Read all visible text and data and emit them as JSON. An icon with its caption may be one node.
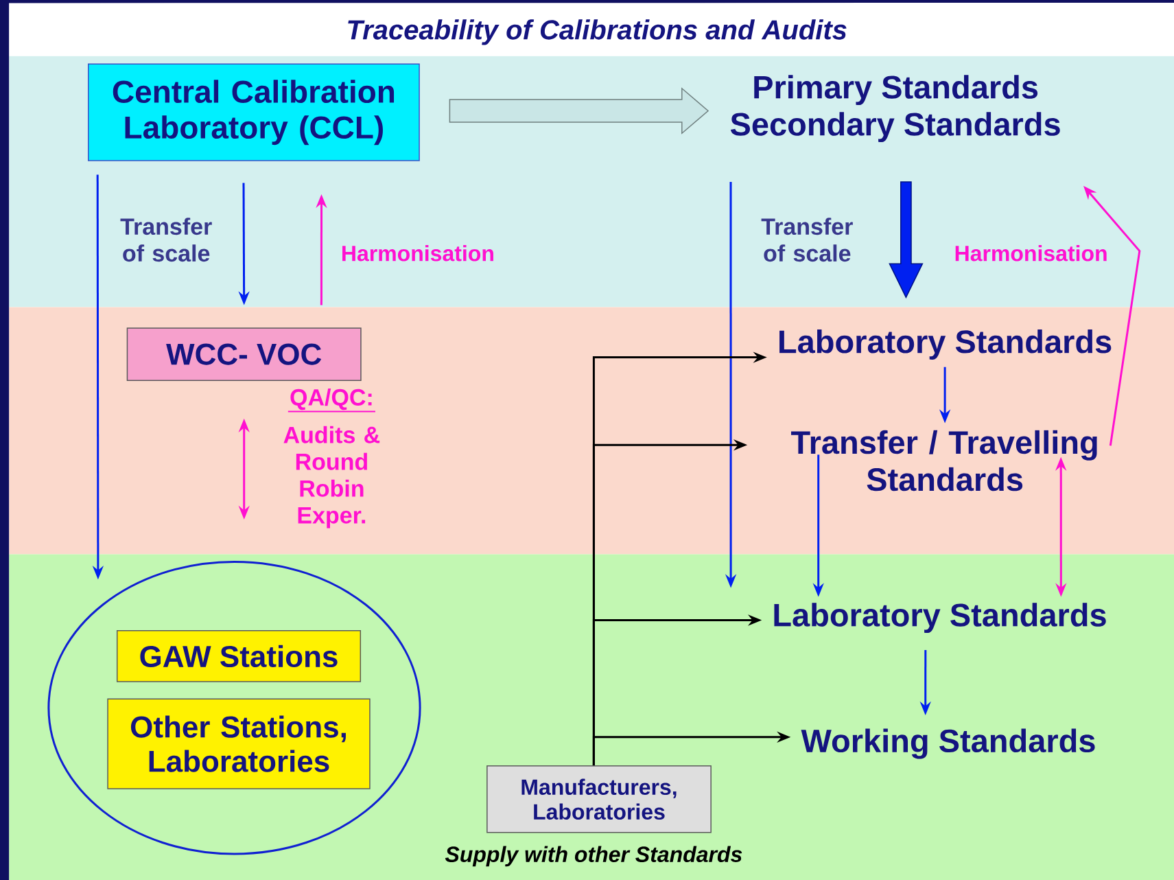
{
  "diagram": {
    "title": "Traceability of Calibrations and Audits",
    "nodes": [
      {
        "text": [
          "Central Calibration Laboratory (CCL)"
        ]
      },
      {
        "text": [
          "Primary Standards",
          "Secondary Standards"
        ]
      },
      {
        "text": [
          "WCC- VOC"
        ]
      },
      {
        "text": [],
        "shape": "ellipse"
      },
      {
        "text": [
          "GAW Stations"
        ],
        "in": 3
      },
      {
        "text": [
          "Other Stations, Laboratories"
        ],
        "in": 3
      },
      {
        "text": [
          "Laboratory Standards"
        ]
      },
      {
        "text": [
          "Transfer / Travelling Standards"
        ]
      },
      {
        "text": [
          "Laboratory Standards"
        ]
      },
      {
        "text": [
          "Working Standards"
        ]
      },
      {
        "text": [
          "Manufacturers, Laboratories"
        ],
        "beside": [
          "Supply with other Standards"
        ]
      }
    ],
    "edges": [
      {
        "from": 0,
        "to": 3,
        "arrow": "to"
      },
      {
        "from": 0,
        "to": 2,
        "arrow": "to",
        "label": "Transfer of scale"
      },
      {
        "from": 2,
        "to": 0,
        "arrow": "to",
        "label": "Harmonisation",
        "color": "#ff10d0"
      },
      {
        "from": 2,
        "to": 3,
        "arrow": "both",
        "label": "Audits & Round Robin Exper.",
        "color": "#ff10d0"
      },
      {
        "from": 0,
        "to": 1,
        "arrow": "to",
        "style": "thick",
        "color": "#c9e6e6"
      },
      {
        "from": 1,
        "to": 8,
        "arrow": "to"
      },
      {
        "from": 1,
        "to": 6,
        "arrow": "to",
        "style": "thick",
        "label": "Transfer of scale"
      },
      {
        "from": 7,
        "to": 1,
        "arrow": "to",
        "label": "Harmonisation",
        "color": "#ff10d0"
      },
      {
        "from": 6,
        "to": 7,
        "arrow": "to"
      },
      {
        "from": 7,
        "to": 8,
        "arrow": "to"
      },
      {
        "from": 7,
        "to": 8,
        "arrow": "both",
        "color": "#ff10d0"
      },
      {
        "from": 8,
        "to": 9,
        "arrow": "to"
      },
      {
        "from": 10,
        "to": 6,
        "arrow": "to",
        "color": "#000000"
      },
      {
        "from": 10,
        "to": 7,
        "arrow": "to",
        "color": "#000000"
      },
      {
        "from": 10,
        "to": 8,
        "arrow": "to",
        "color": "#000000"
      },
      {
        "from": 10,
        "to": 9,
        "arrow": "to",
        "color": "#000000"
      }
    ],
    "labels": [
      "QA/QC:"
    ]
  }
}
